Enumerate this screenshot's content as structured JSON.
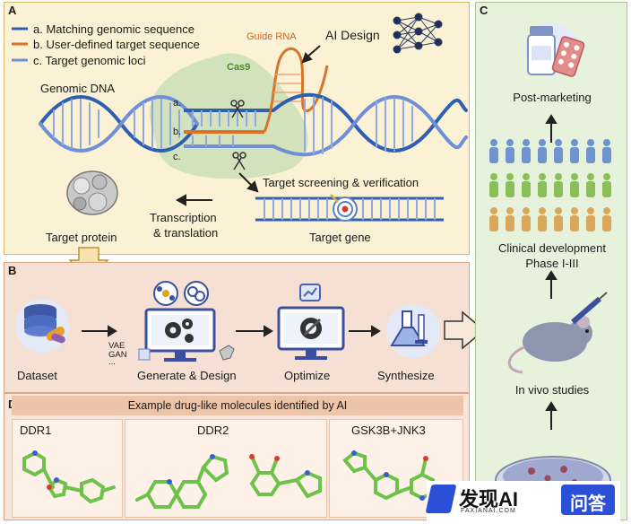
{
  "panel_a": {
    "tag": "A",
    "legend": [
      {
        "text": "a. Matching genomic sequence",
        "color": "#2f5fb3"
      },
      {
        "text": "b. User-defined target sequence",
        "color": "#d9732a"
      },
      {
        "text": "c. Target genomic loci",
        "color": "#6f8fd6"
      }
    ],
    "genomic_dna": "Genomic DNA",
    "guide_rna": "Guide RNA",
    "cas9": "Cas9",
    "ai_design": "AI Design",
    "strand_a": "a.",
    "strand_b": "b.",
    "strand_c": "c.",
    "target_screening": "Target screening & verification",
    "target_gene": "Target gene",
    "transcription_line1": "Transcription",
    "transcription_line2": "& translation",
    "target_protein": "Target protein"
  },
  "panel_b": {
    "tag": "B",
    "steps": [
      "Dataset",
      "Generate & Design",
      "Optimize",
      "Synthesize"
    ],
    "model_labels": [
      "VAE",
      "GAN",
      "..."
    ]
  },
  "panel_c": {
    "tag": "C",
    "post_marketing": "Post-marketing",
    "clinical_line1": "Clinical development",
    "clinical_line2": "Phase I-III",
    "in_vivo": "In vivo studies"
  },
  "panel_d": {
    "tag": "D",
    "header": "Example drug-like molecules identified by AI",
    "molecules": [
      "DDR1",
      "DDR2",
      "GSK3B+JNK3"
    ]
  },
  "watermark": {
    "brand": "发现AI",
    "sub": "FAXIANAI.COM",
    "badge": "问答"
  },
  "colors": {
    "blue_strand": "#2f5fb3",
    "orange_strand": "#d9732a",
    "light_blue": "#6f8fd6",
    "mol_green": "#6cc24a"
  }
}
